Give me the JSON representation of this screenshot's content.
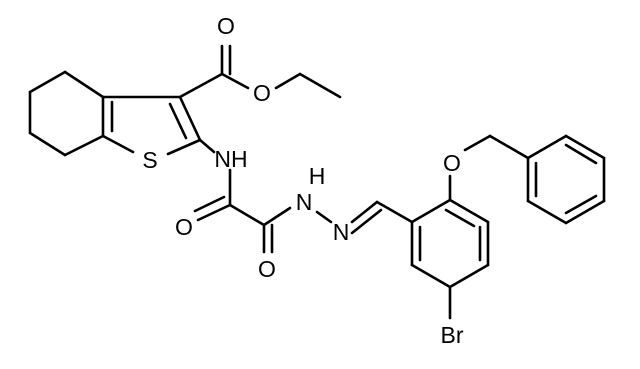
{
  "colors": {
    "bond": "#000000",
    "label": "#000000",
    "background": "#ffffff"
  },
  "atoms": {
    "ester_carbonyl_O": "O",
    "ester_ether_O": "O",
    "thiophene_S": "S",
    "amide_NH": "NH",
    "oxalyl_O_left": "O",
    "oxalyl_O_right": "O",
    "hydrazide_NH": "N",
    "hydrazide_H": "H",
    "imine_N": "N",
    "benzyl_ether_O": "O",
    "bromine": "Br"
  }
}
